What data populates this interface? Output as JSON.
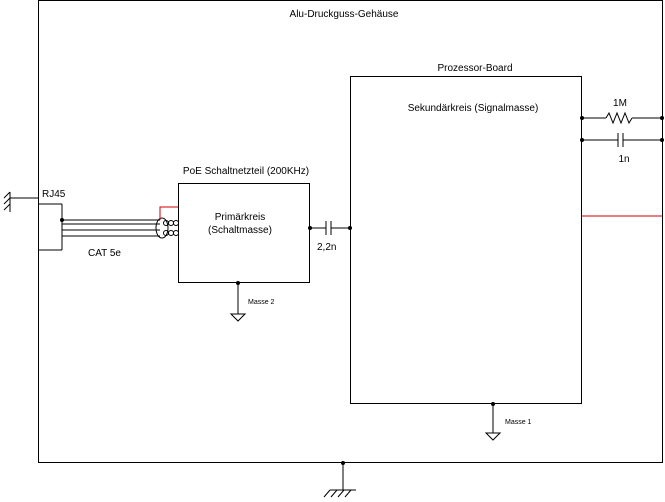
{
  "housing": {
    "label": "Alu-Druckguss-Gehäuse"
  },
  "connector": {
    "label": "RJ45"
  },
  "cable": {
    "label": "CAT 5e"
  },
  "psu": {
    "title": "PoE Schaltnetzteil (200KHz)",
    "line1": "Primärkreis",
    "line2": "(Schaltmasse)",
    "ground_label": "Masse 2"
  },
  "coupling_cap": {
    "label": "2,2n"
  },
  "board": {
    "title": "Prozessor-Board",
    "inner_label": "Sekundärkreis (Signalmasse)",
    "ground_label": "Masse 1"
  },
  "resistor": {
    "label": "1M"
  },
  "capacitor": {
    "label": "1n"
  },
  "colors": {
    "wire": "#000000",
    "highlight": "#cc0000",
    "background": "#ffffff"
  }
}
